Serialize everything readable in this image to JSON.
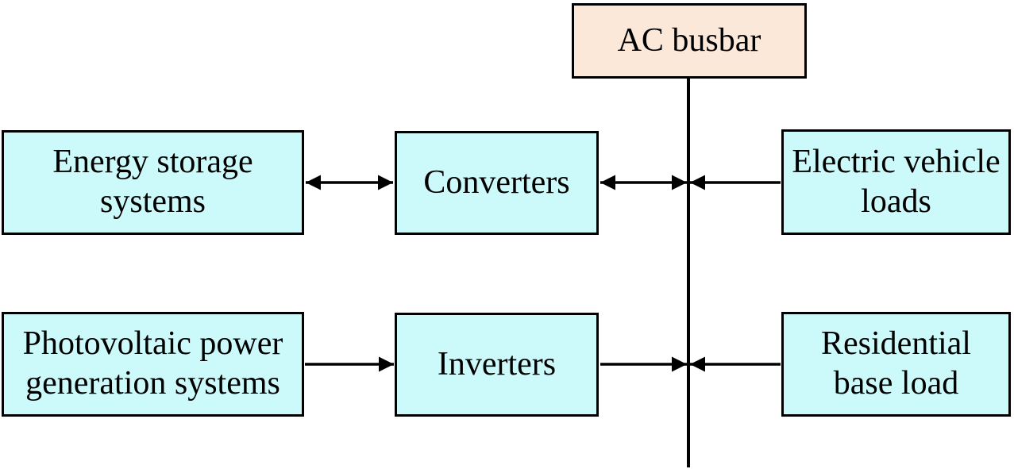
{
  "diagram": {
    "type": "block-diagram",
    "nodes": {
      "ac_busbar": {
        "label": "AC busbar"
      },
      "energy_storage": {
        "label": "Energy storage systems"
      },
      "converters": {
        "label": "Converters"
      },
      "electric_vehicle": {
        "label": "Electric vehicle loads"
      },
      "photovoltaic": {
        "label": "Photovoltaic power generation systems"
      },
      "inverters": {
        "label": "Inverters"
      },
      "residential": {
        "label": "Residential base load"
      }
    },
    "connections": [
      {
        "from": "Energy storage systems",
        "to": "Converters",
        "arrows": "bidirectional"
      },
      {
        "from": "Converters",
        "to": "AC busbar",
        "arrows": "bidirectional"
      },
      {
        "from": "Electric vehicle loads",
        "to": "AC busbar",
        "arrows": "one-way"
      },
      {
        "from": "Photovoltaic power generation systems",
        "to": "Inverters",
        "arrows": "one-way"
      },
      {
        "from": "Inverters",
        "to": "AC busbar",
        "arrows": "one-way"
      },
      {
        "from": "Residential base load",
        "to": "AC busbar",
        "arrows": "one-way"
      }
    ],
    "colors": {
      "node_fill": "#CCFAFA",
      "busbar_fill": "#FBE8D9",
      "stroke": "#000000",
      "text": "#000000",
      "background": "#FFFFFF"
    }
  }
}
